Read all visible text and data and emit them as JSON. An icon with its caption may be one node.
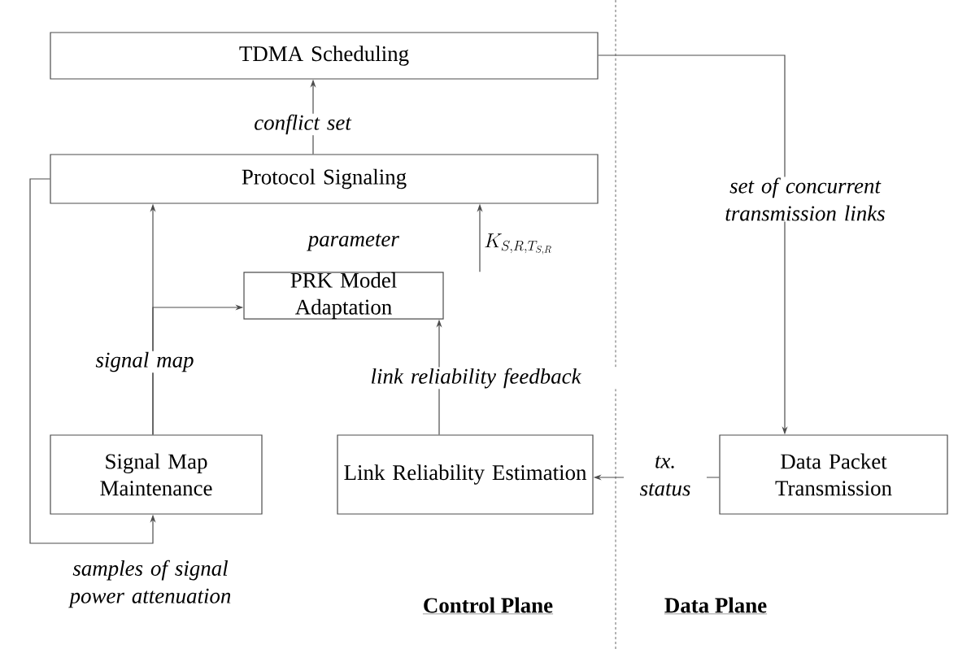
{
  "diagram": {
    "nodes": [
      {
        "text": [
          "TDMA Scheduling"
        ]
      },
      {
        "text": [
          "Protocol Signaling"
        ]
      },
      {
        "text": [
          "PRK Model Adaptation"
        ]
      },
      {
        "text": [
          "Signal Map Maintenance"
        ]
      },
      {
        "text": [
          "Link Reliability Estimation"
        ]
      },
      {
        "text": [
          "Data Packet Transmission"
        ]
      }
    ],
    "edges": [
      {
        "from": 1,
        "to": 0,
        "arrow": "to",
        "label": "conflict set"
      },
      {
        "from": 2,
        "to": 1,
        "arrow": "to",
        "label": "parameter"
      },
      {
        "from": 3,
        "to": 1,
        "arrow": "to",
        "label": "signal map"
      },
      {
        "from": 3,
        "to": 2,
        "arrow": "to"
      },
      {
        "from": 4,
        "to": 2,
        "arrow": "to",
        "label": "link reliability feedback"
      },
      {
        "from": 0,
        "to": 5,
        "arrow": "to",
        "label": "set of concurrent transmission links"
      },
      {
        "from": 5,
        "to": 4,
        "arrow": "to",
        "label": "tx. status"
      },
      {
        "from": 1,
        "to": 3,
        "arrow": "to",
        "label": "samples of signal power attenuation"
      }
    ],
    "labels": [
      "K_{S,R,T_{S,R}}",
      "Control Plane",
      "Data Plane"
    ]
  }
}
